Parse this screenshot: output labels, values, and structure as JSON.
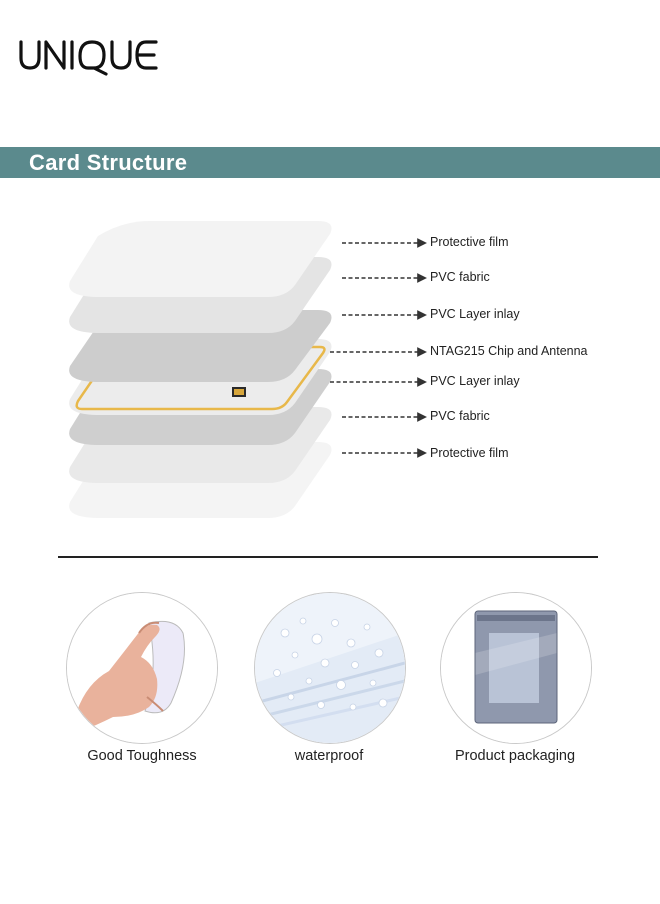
{
  "brand": {
    "logo_text": "UNIQUE"
  },
  "section": {
    "title": "Card Structure"
  },
  "layers": [
    {
      "label": "Protective film"
    },
    {
      "label": "PVC fabric"
    },
    {
      "label": "PVC Layer inlay"
    },
    {
      "label": "NTAG215 Chip and Antenna"
    },
    {
      "label": "PVC Layer inlay"
    },
    {
      "label": "PVC fabric"
    },
    {
      "label": "Protective film"
    }
  ],
  "features": [
    {
      "label": "Good Toughness",
      "icon": "bent-card-hand-icon"
    },
    {
      "label": "waterproof",
      "icon": "water-droplets-card-icon"
    },
    {
      "label": "Product packaging",
      "icon": "zip-bag-package-icon"
    }
  ],
  "colors": {
    "banner": "#5b8a8d",
    "antenna": "#e8b84a",
    "chip": "#2a2a2a"
  }
}
